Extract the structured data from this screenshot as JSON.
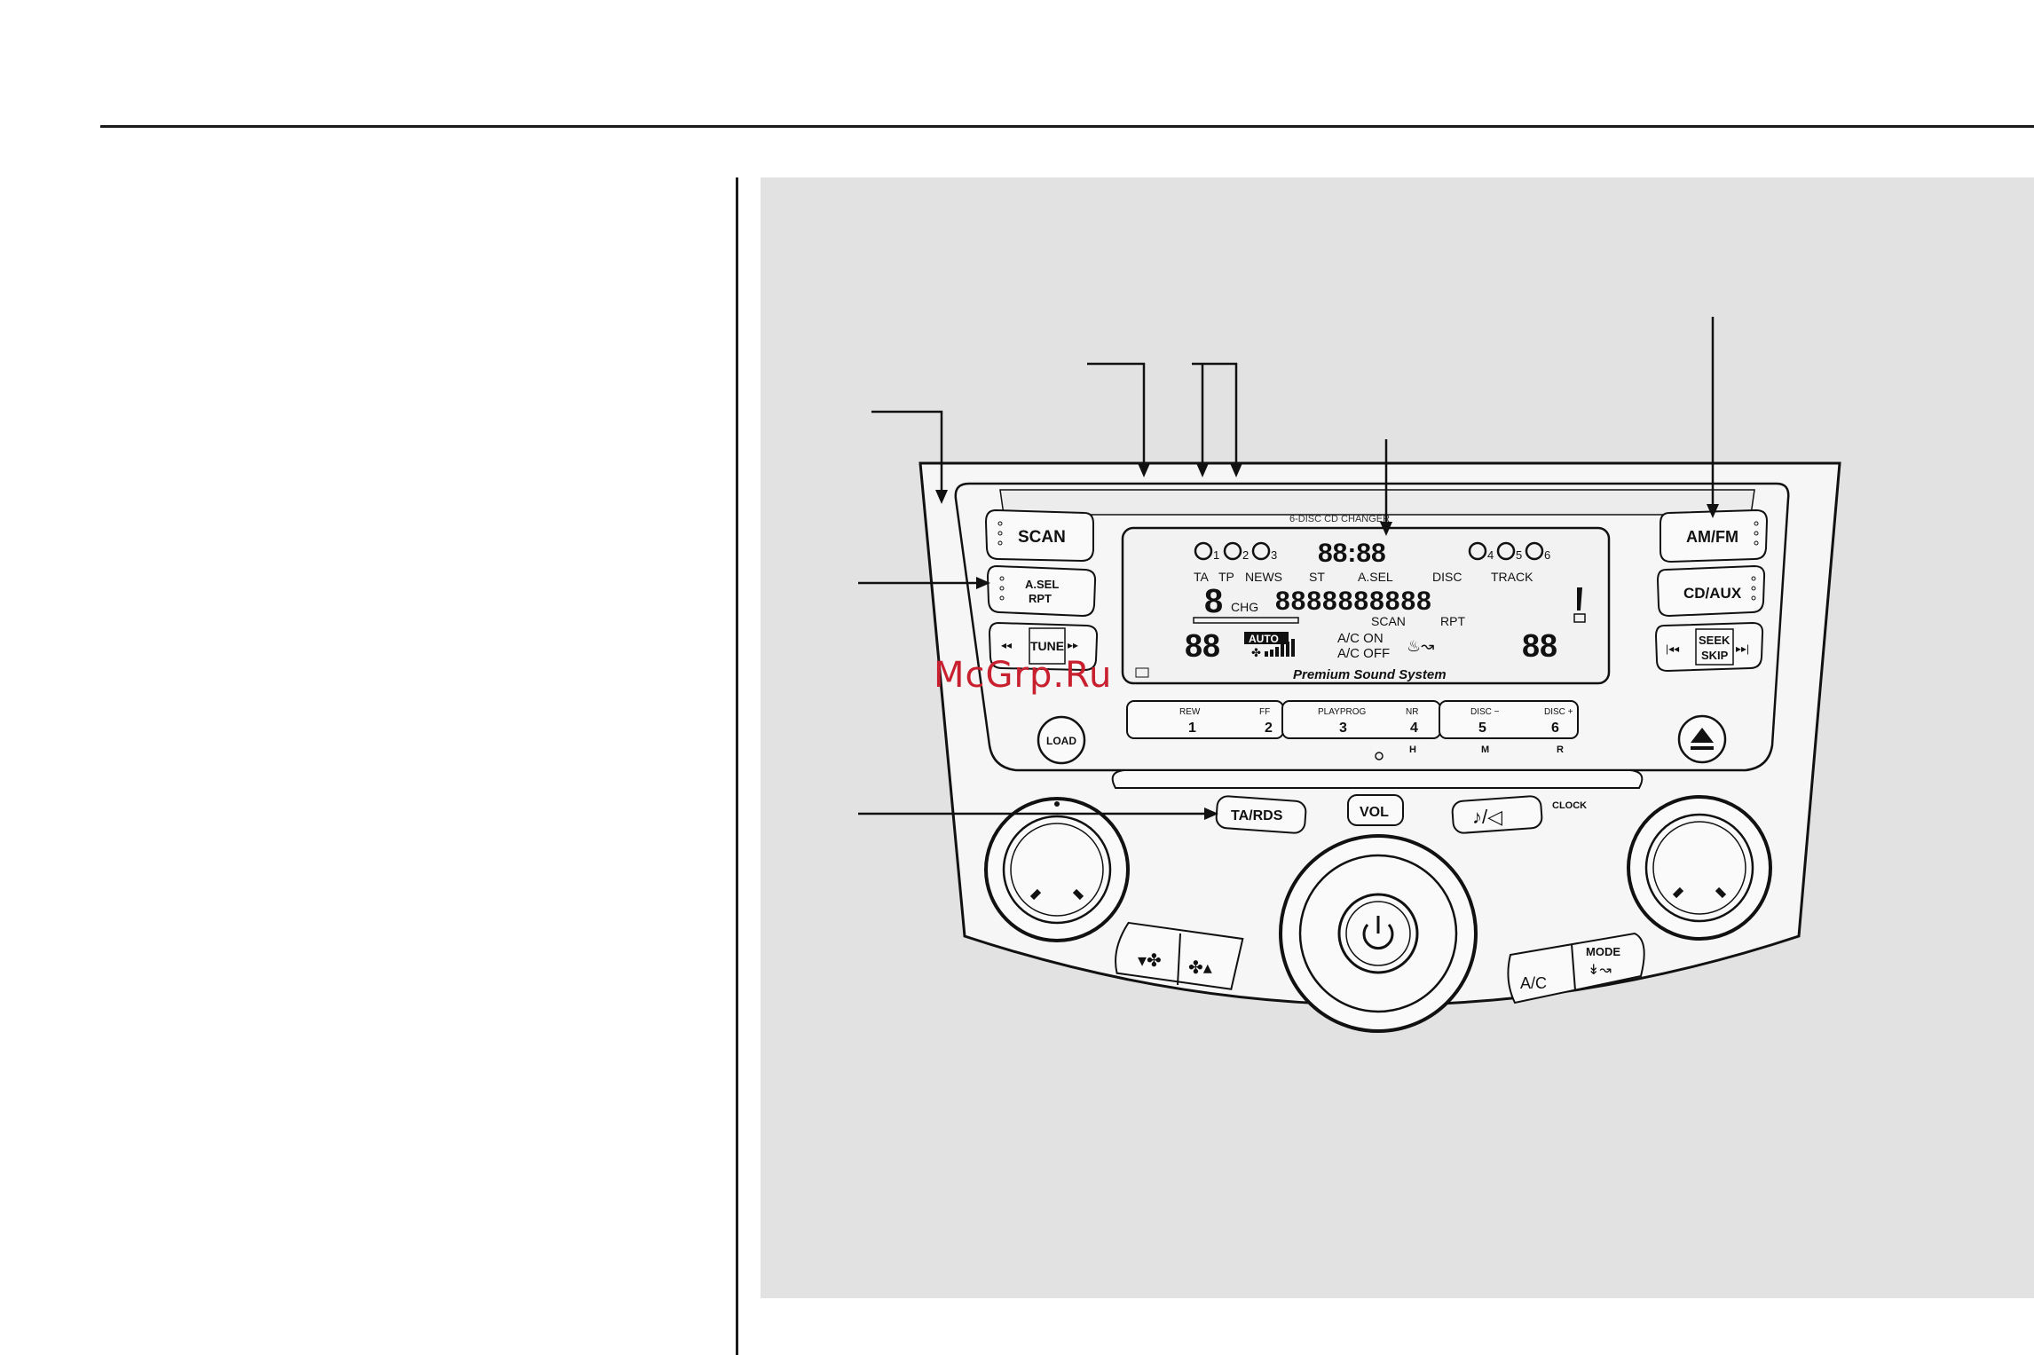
{
  "watermark": "McGrp.Ru",
  "radio": {
    "brand_top": "6-DISC CD CHANGER",
    "brand_bottom": "Premium Sound System",
    "left_buttons": [
      "SCAN",
      "A.SEL",
      "RPT",
      "TUNE"
    ],
    "right_buttons": [
      "AM/FM",
      "CD/AUX",
      "SEEK",
      "SKIP"
    ],
    "load": "LOAD",
    "display": {
      "clock": "88:88",
      "indicators": [
        "TA",
        "TP",
        "NEWS",
        "ST",
        "A.SEL",
        "DISC",
        "TRACK"
      ],
      "disc_numbers": [
        "1",
        "2",
        "3",
        "4",
        "5",
        "6"
      ],
      "chg": "CHG",
      "segments": "8888888888",
      "scan": "SCAN",
      "rpt": "RPT",
      "auto": "AUTO",
      "ac_on": "A/C ON",
      "ac_off": "A/C OFF",
      "left_temp": "88",
      "right_temp": "88"
    },
    "presets": [
      {
        "top": "REW",
        "num": "1"
      },
      {
        "top": "FF",
        "num": "2"
      },
      {
        "top": "PLAYPROG",
        "num": "3"
      },
      {
        "top": "NR",
        "num": "4"
      },
      {
        "top": "DISC −",
        "num": "5"
      },
      {
        "top": "DISC +",
        "num": "6"
      }
    ],
    "hmr": [
      "H",
      "M",
      "R"
    ],
    "ta_rds": "TA/RDS",
    "vol": "VOL",
    "clock_label": "CLOCK",
    "ac": "A/C",
    "mode": "MODE"
  }
}
